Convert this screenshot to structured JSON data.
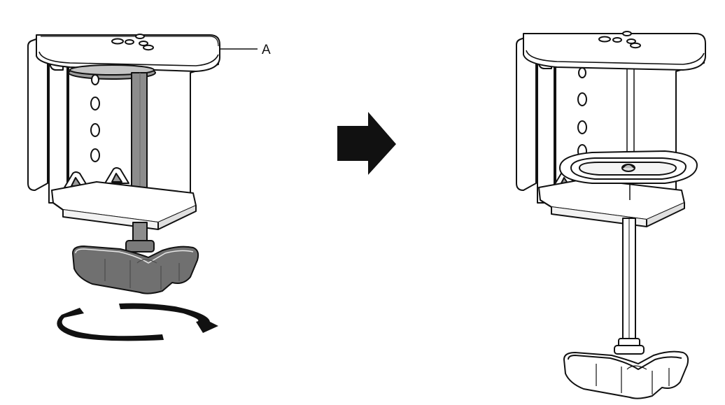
{
  "figure": {
    "callout_label": "A",
    "colors": {
      "line": "#111111",
      "metal": "#8c8c8c",
      "metal_dark": "#5e5e5e",
      "knob": "#707070",
      "arrow": "#111111",
      "background": "#ffffff"
    },
    "icons": {
      "transition": "arrow-right-icon",
      "rotation": "rotate-circular-arrows-icon"
    },
    "panels": [
      {
        "state": "before"
      },
      {
        "state": "after"
      }
    ]
  }
}
